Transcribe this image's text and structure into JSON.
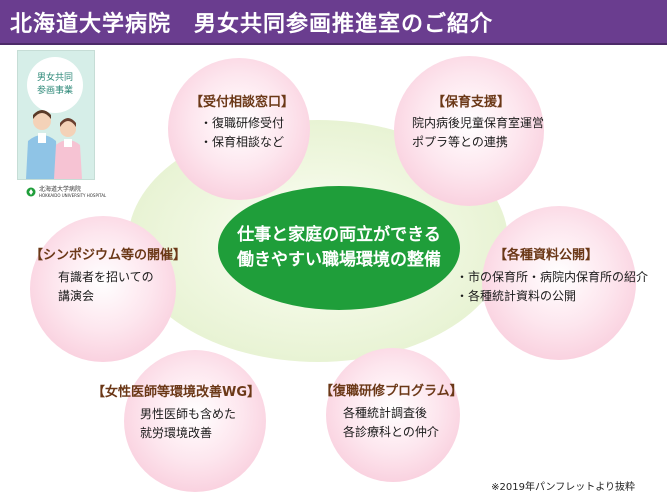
{
  "header": {
    "title": "北海道大学病院　男女共同参画推進室のご紹介"
  },
  "pamphlet": {
    "cover_lines": [
      "男女共同",
      "参画事業"
    ],
    "logo_text": [
      "北海道大学病院",
      "HOKKAIDO UNIVERSITY HOSPITAL"
    ]
  },
  "center": {
    "lines": [
      "仕事と家庭の両立ができる",
      "働きやすい職場環境の整備"
    ]
  },
  "nodes": {
    "consultation": {
      "label": "【受付相談窓口】",
      "lines": [
        "・復職研修受付",
        "・保育相談など"
      ]
    },
    "childcare": {
      "label": "【保育支援】",
      "lines": [
        "院内病後児童保育室運営",
        "ポプラ等との連携"
      ]
    },
    "documents": {
      "label": "【各種資料公開】",
      "lines": [
        "・市の保育所・病院内保育所の紹介",
        "・各種統計資料の公開"
      ]
    },
    "return_program": {
      "label": "【復職研修プログラム】",
      "lines": [
        "各種統計調査後",
        "各診療科との仲介"
      ]
    },
    "female_doctors": {
      "label": "【女性医師等環境改善WG】",
      "lines": [
        "男性医師も含めた",
        "就労環境改善"
      ]
    },
    "symposium": {
      "label": "【シンポジウム等の開催】",
      "lines": [
        "有識者を招いての",
        "講演会"
      ]
    }
  },
  "footnote": "※2019年パンフレットより抜粋",
  "colors": {
    "header_bg": "#6a3d8f",
    "center_green": "#1f9e3a",
    "bubble_pink": "#f7c0d3",
    "label_brown": "#6b3817",
    "halo_green": "#dfeec6"
  }
}
